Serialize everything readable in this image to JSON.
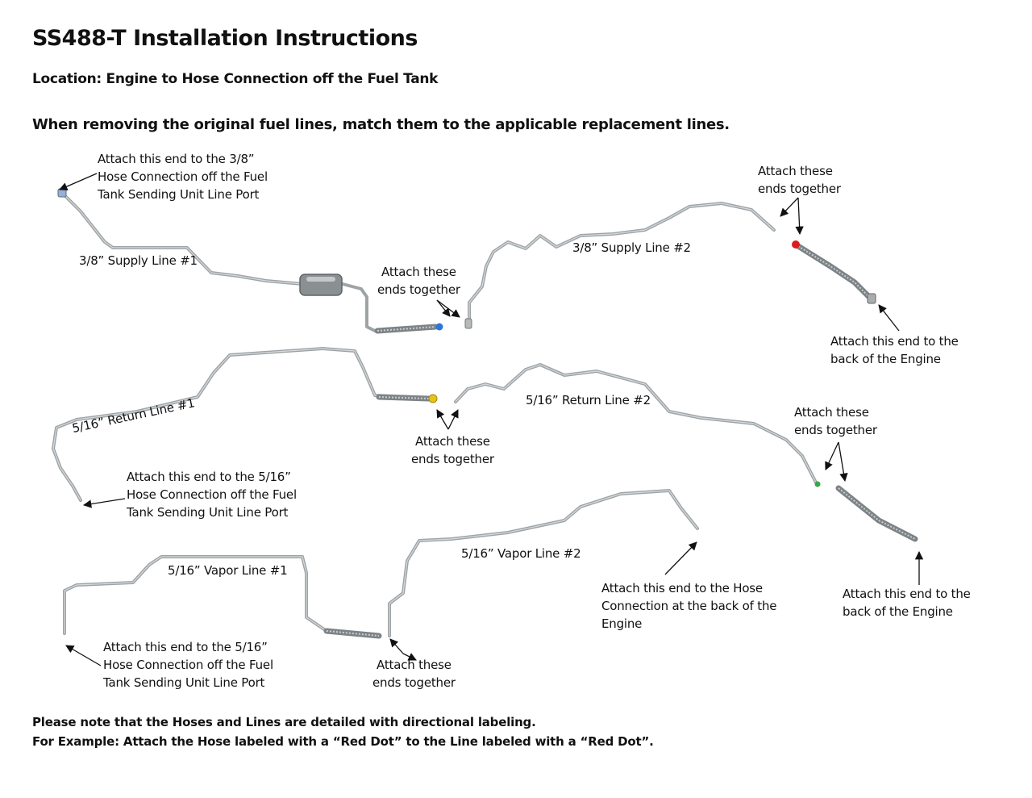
{
  "title": "SS488-T Installation Instructions",
  "location": "Location: Engine to Hose Connection off the Fuel Tank",
  "instruction": "When removing the original fuel lines, match them to the applicable replacement lines.",
  "labels": {
    "supply1_attach": [
      "Attach this end to the 3/8”",
      "Hose Connection off the Fuel",
      "Tank Sending Unit Line Port"
    ],
    "supply1_name": "3/8” Supply Line #1",
    "supply_join": [
      "Attach these",
      "ends together"
    ],
    "supply2_name": "3/8” Supply Line #2",
    "supply_end_join": [
      "Attach these",
      "ends together"
    ],
    "supply_engine": [
      "Attach this end to the",
      "back of the Engine"
    ],
    "return1_name": "5/16” Return Line #1",
    "return_join": [
      "Attach these",
      "ends together"
    ],
    "return2_name": "5/16” Return Line #2",
    "return1_attach": [
      "Attach this end to the 5/16”",
      "Hose Connection off the Fuel",
      "Tank Sending Unit Line Port"
    ],
    "return_end_join": [
      "Attach these",
      "ends together"
    ],
    "return_engine": [
      "Attach this end to the",
      "back of the Engine"
    ],
    "vapor1_name": "5/16” Vapor Line #1",
    "vapor2_name": "5/16” Vapor Line #2",
    "vapor_engine": [
      "Attach this end to the Hose",
      "Connection at the back of the",
      "Engine"
    ],
    "vapor1_attach": [
      "Attach this end to the 5/16”",
      "Hose Connection off the Fuel",
      "Tank Sending Unit Line Port"
    ],
    "vapor_join": [
      "Attach these",
      "ends together"
    ]
  },
  "notes": [
    "Please note that the Hoses and Lines are detailed with directional labeling.",
    "For Example: Attach the Hose labeled with a “Red Dot” to the Line labeled with a “Red Dot”."
  ],
  "colors": {
    "red_dot": "#d62020",
    "blue_dot": "#2a78d8",
    "yellow_dot": "#e6c21a",
    "green_dot": "#3aa64a"
  }
}
